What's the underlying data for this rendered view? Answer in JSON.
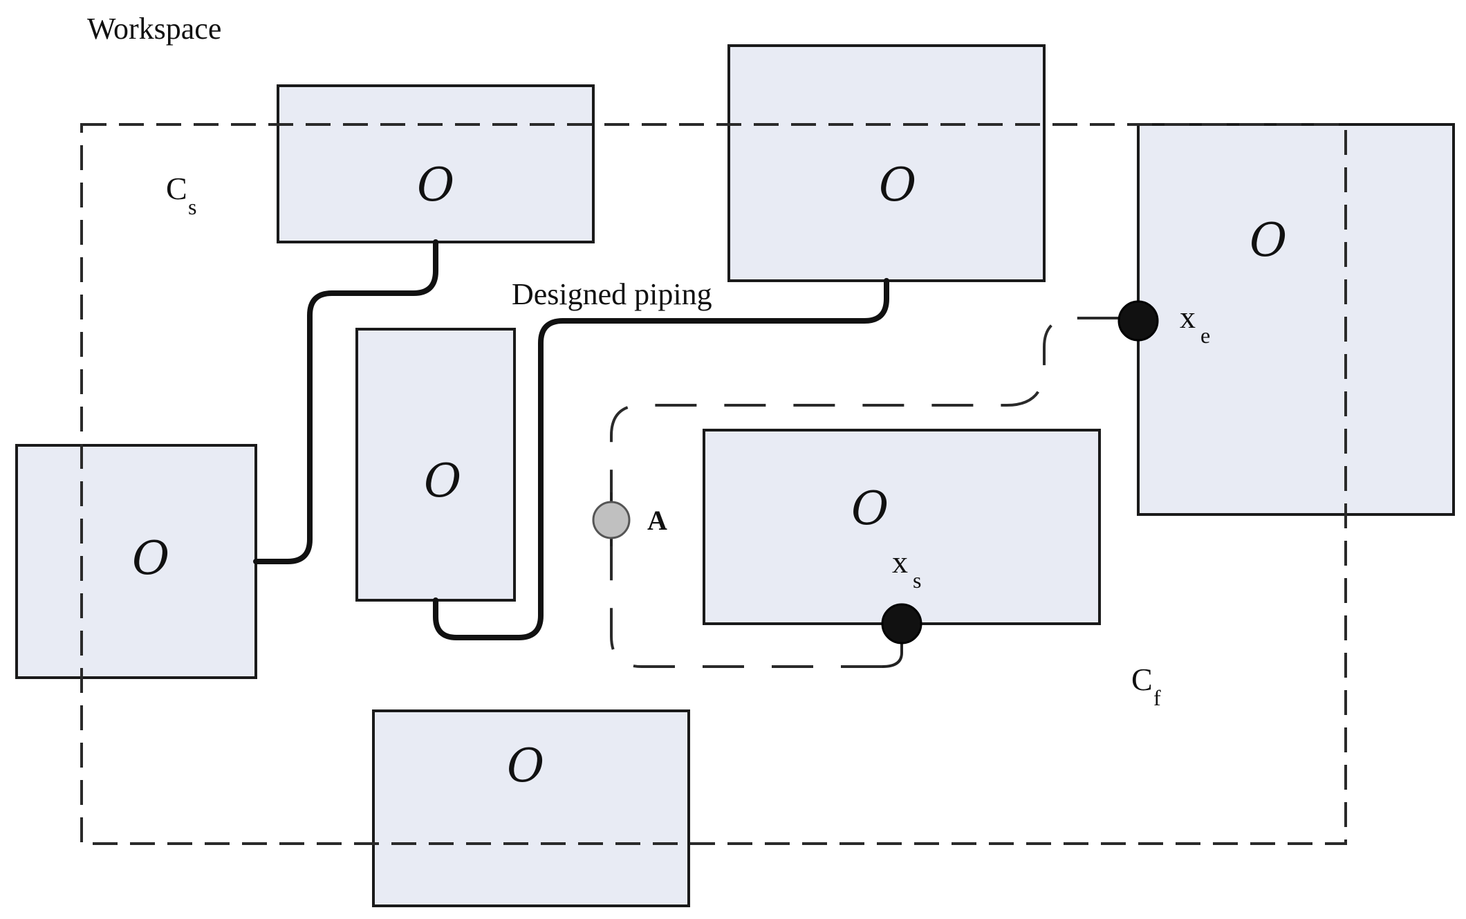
{
  "workspace": {
    "title": "Workspace"
  },
  "obstacle_label": "O",
  "piping": {
    "label": "Designed piping"
  },
  "start_config": {
    "symbol": "C",
    "subscript": "s"
  },
  "final_config": {
    "symbol": "C",
    "subscript": "f"
  },
  "points": {
    "start": {
      "symbol": "x",
      "subscript": "s",
      "color": "#111111"
    },
    "end": {
      "symbol": "x",
      "subscript": "e",
      "color": "#111111"
    },
    "a": {
      "label": "A",
      "color": "#c0c0c0"
    }
  },
  "colors": {
    "obstacle_fill": "#e8ebf4",
    "outline": "#1a1a1a"
  }
}
